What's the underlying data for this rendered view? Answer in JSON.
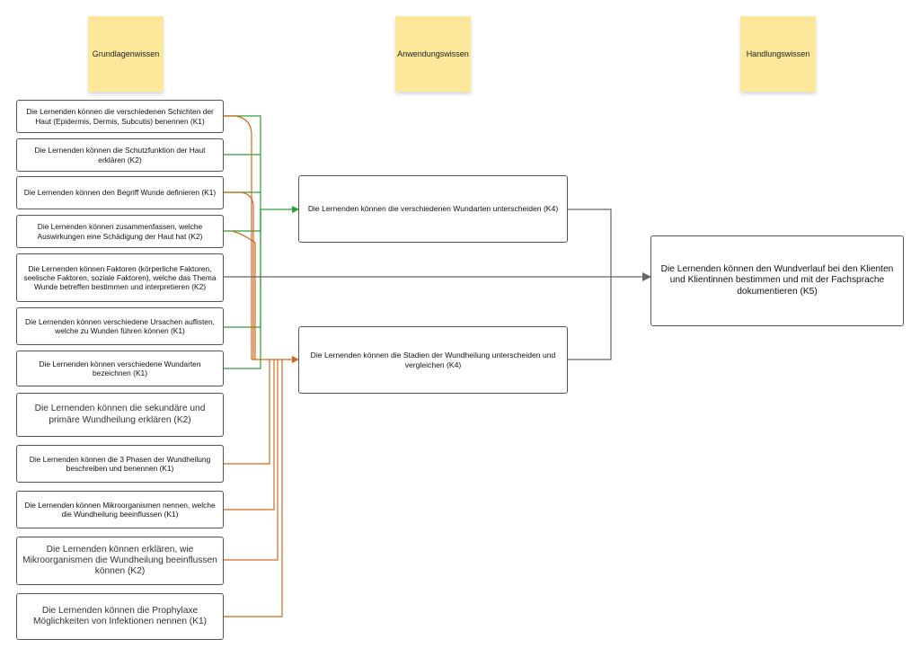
{
  "columns": {
    "col1": "Grundlagenwissen",
    "col2": "Anwendungswissen",
    "col3": "Handlungswissen"
  },
  "grundlagen": [
    "Die Lernenden können die verschiedenen Schichten der Haut (Epidermis, Dermis, Subcutis) benennen (K1)",
    "Die Lernenden können die Schutzfunktion der Haut erklären (K2)",
    "Die Lernenden können den Begriff Wunde definieren (K1)",
    "Die Lernenden können zusammenfassen, welche Auswirkungen eine Schädigung der Haut hat (K2)",
    "Die Lernenden können Faktoren (körperliche Faktoren, seelische Faktoren, soziale Faktoren), welche das Thema Wunde betreffen bestimmen und interpretieren (K2)",
    "Die Lernenden können verschiedene Ursachen auflisten, welche zu Wunden führen können (K1)",
    "Die Lernenden können verschiedene Wundarten bezeichnen (K1)",
    "Die Lernenden können die sekundäre und primäre Wundheilung erklären (K2)",
    "Die Lernenden können die 3 Phasen der Wundheilung beschreiben und benennen (K1)",
    "Die Lernenden können Mikroorganismen nennen, welche die Wundheilung beeinflussen (K1)",
    "Die Lernenden können erklären, wie Mikroorganismen die Wundheilung beeinflussen können (K2)",
    "Die Lernenden können die Prophylaxe Möglichkeiten von Infektionen nennen (K1)"
  ],
  "anwendung": [
    "Die Lernenden können die verschiedenen Wundarten unterscheiden (K4)",
    "Die Lernenden können die Stadien der Wundheilung unterscheiden und vergleichen (K4)"
  ],
  "handlung": [
    "Die Lernenden können den Wundverlauf bei den Klienten und Klientinnen bestimmen und mit der Fachsprache dokumentieren (K5)"
  ],
  "colors": {
    "green": "#2e9e3a",
    "orange": "#d2691e",
    "gray": "#777777",
    "sticky": "#fde79b"
  }
}
